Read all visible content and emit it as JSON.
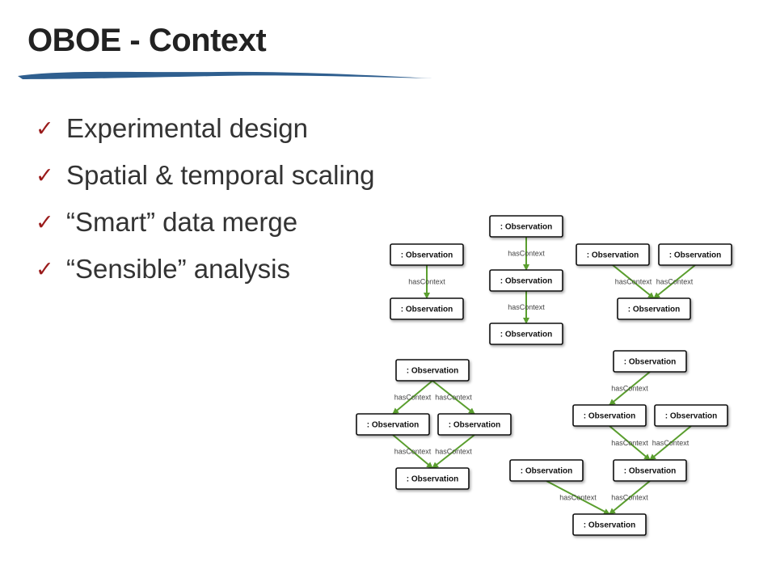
{
  "title": "OBOE - Context",
  "bullets": [
    "Experimental design",
    "Spatial & temporal scaling",
    "“Smart” data merge",
    "“Sensible” analysis"
  ],
  "check_glyph": "✓",
  "diagram": {
    "node_label": ": Observation",
    "edge_label": "hasContext"
  },
  "colors": {
    "title": "#222222",
    "check": "#9a1b1b",
    "swoosh": "#2f5f8f",
    "arrow": "#5a9e2e"
  }
}
